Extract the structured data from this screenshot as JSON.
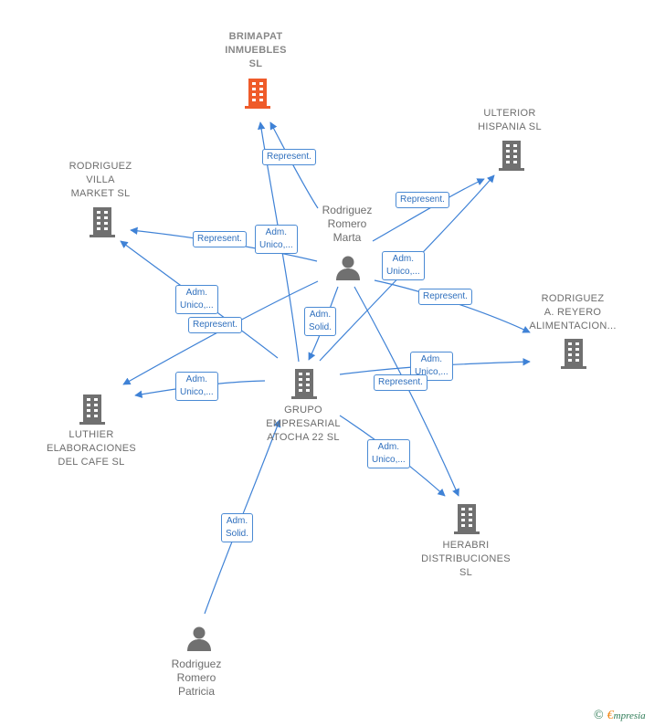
{
  "colors": {
    "edge": "#3f82d6",
    "building": "#707070",
    "highlight": "#ef5b2a",
    "person": "#707070"
  },
  "nodes": {
    "brimapat": {
      "label": "BRIMAPAT\nINMUEBLES\nSL",
      "type": "company",
      "highlight": true,
      "icon": "building-icon"
    },
    "ulterior": {
      "label": "ULTERIOR\nHISPANIA  SL",
      "type": "company",
      "icon": "building-icon"
    },
    "rodriguez_villa": {
      "label": "RODRIGUEZ\nVILLA\nMARKET  SL",
      "type": "company",
      "icon": "building-icon"
    },
    "rodriguez_marta": {
      "label": "Rodriguez\nRomero\nMarta",
      "type": "person",
      "icon": "person-icon"
    },
    "rodriguez_reyero": {
      "label": "RODRIGUEZ\nA.  REYERO\nALIMENTACION...",
      "type": "company",
      "icon": "building-icon"
    },
    "grupo": {
      "label": "GRUPO\nEMPRESARIAL\nATOCHA 22  SL",
      "type": "company",
      "icon": "building-icon"
    },
    "luthier": {
      "label": "LUTHIER\nELABORACIONES\nDEL CAFE  SL",
      "type": "company",
      "icon": "building-icon"
    },
    "herabri": {
      "label": "HERABRI\nDISTRIBUCIONES\nSL",
      "type": "company",
      "icon": "building-icon"
    },
    "rodriguez_patricia": {
      "label": "Rodriguez\nRomero\nPatricia",
      "type": "person",
      "icon": "person-icon"
    }
  },
  "edge_labels": {
    "marta_brimapat": "Represent.",
    "grupo_brimapat": "Adm.\nUnico,...",
    "marta_ulterior": "Represent.",
    "grupo_ulterior": "Adm.\nUnico,...",
    "marta_villa": "Represent.",
    "grupo_villa": "Adm.\nUnico,...",
    "marta_luthier": "Represent.",
    "grupo_luthier": "Adm.\nUnico,...",
    "marta_grupo": "Adm.\nSolid.",
    "marta_reyero": "Represent.",
    "grupo_reyero": "Adm.\nUnico,...",
    "marta_herabri": "Represent.",
    "grupo_herabri": "Adm.\nUnico,...",
    "patricia_grupo": "Adm.\nSolid."
  },
  "footer": {
    "copyright_symbol": "©",
    "brand_initial": "€",
    "brand_rest": "mpresia"
  }
}
